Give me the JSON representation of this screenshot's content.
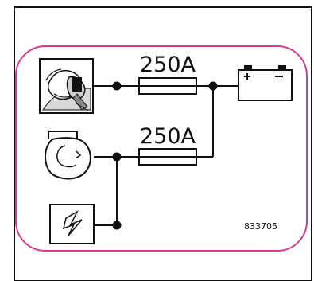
{
  "diagram": {
    "fuse_top_label": "250A",
    "fuse_bottom_label": "250A",
    "part_number": "833705",
    "colors": {
      "frame_outline": "#111111",
      "panel_outline": "#d63a8c",
      "wire": "#111111"
    },
    "icons": {
      "top_left": "battery-disconnect-switch-icon",
      "middle_left": "alternator-generator-icon",
      "bottom_left": "electrical-circuit-icon",
      "top_right": "battery-icon"
    }
  }
}
